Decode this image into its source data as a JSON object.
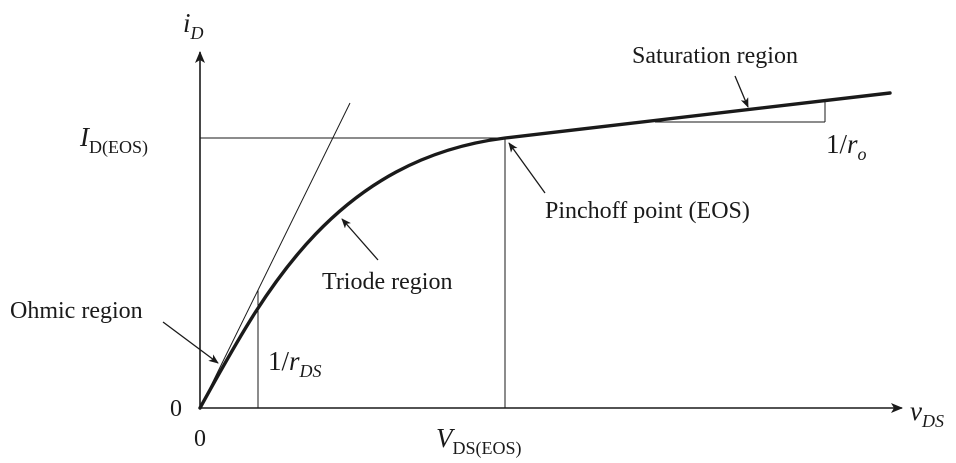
{
  "axes": {
    "y_symbol": "i",
    "y_sub": "D",
    "x_symbol": "v",
    "x_sub": "DS",
    "origin_x_label": "0",
    "origin_y_label": "0"
  },
  "levels": {
    "id_eos_symbol": "I",
    "id_eos_sub": "D(EOS)",
    "vds_eos_symbol": "V",
    "vds_eos_sub": "DS(EOS)"
  },
  "slopes": {
    "ro_prefix": "1/",
    "ro_symbol": "r",
    "ro_sub": "o",
    "rds_prefix": "1/",
    "rds_symbol": "r",
    "rds_sub": "DS"
  },
  "regions": {
    "saturation": "Saturation region",
    "pinchoff": "Pinchoff point (EOS)",
    "triode": "Triode region",
    "ohmic": "Ohmic region"
  },
  "style": {
    "ink": "#1a1a1a",
    "background": "#ffffff"
  }
}
